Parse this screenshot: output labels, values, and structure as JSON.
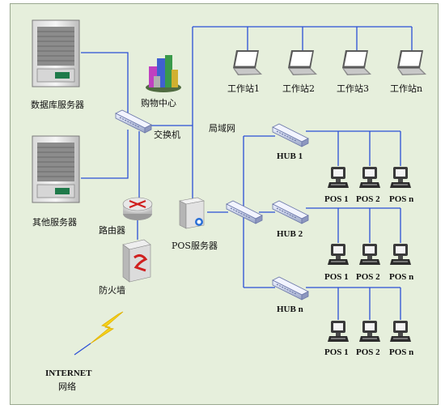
{
  "labels": {
    "db_server": "数据库服务器",
    "other_server": "其他服务器",
    "shopping_center": "购物中心",
    "switch": "交换机",
    "lan": "局域网",
    "router": "路由器",
    "firewall": "防火墙",
    "pos_server": "POS服务器",
    "internet_line1": "INTERNET",
    "internet_line2": "网络",
    "workstations": [
      "工作站1",
      "工作站2",
      "工作站3",
      "工作站n"
    ],
    "hubs": [
      "HUB 1",
      "HUB 2",
      "HUB n"
    ],
    "pos_terminals": [
      "POS 1",
      "POS 2",
      "POS n"
    ]
  },
  "colors": {
    "background": "#e6efdc",
    "line": "#2b4fd6",
    "lightning": "#f5d21a"
  },
  "icons": {
    "server": "server-rack-icon",
    "building": "building-icon",
    "switch": "network-switch-icon",
    "router": "router-icon",
    "firewall": "firewall-icon",
    "pos_server": "tower-server-icon",
    "laptop": "laptop-icon",
    "hub": "hub-icon",
    "pos": "pos-terminal-icon",
    "internet": "lightning-icon"
  }
}
